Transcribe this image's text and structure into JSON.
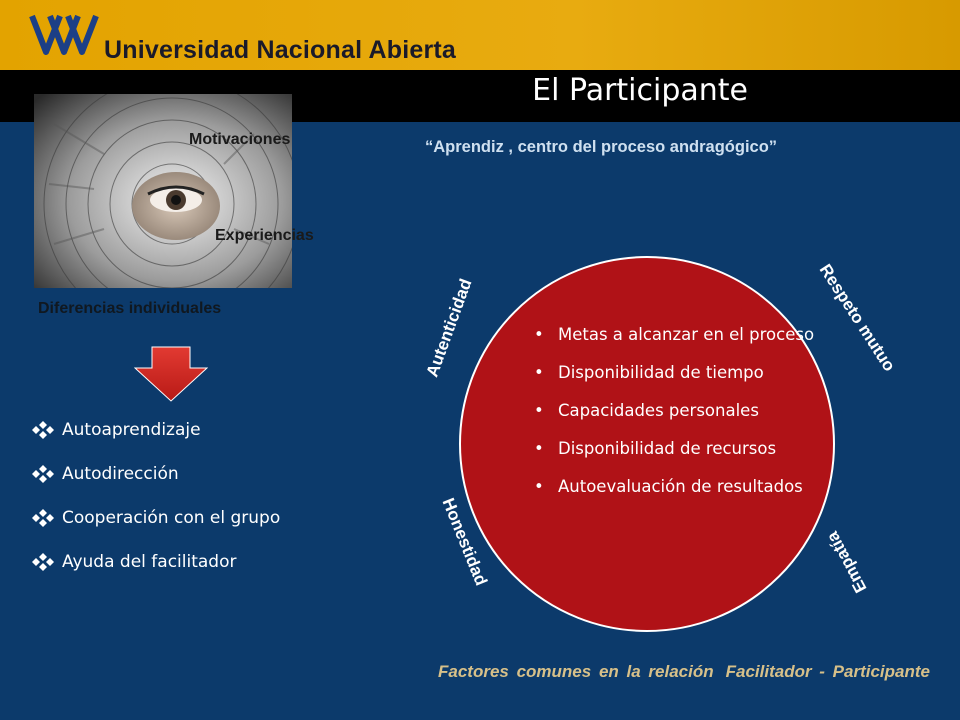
{
  "header": {
    "university_name": "Universidad Nacional Abierta",
    "page_title": "El Participante",
    "colors": {
      "band": "#e3a300",
      "logo": "#1c3f86"
    }
  },
  "left": {
    "image_labels": [
      "Motivaciones",
      "Experiencias"
    ],
    "caption": "Diferencias individuales",
    "list": [
      "Autoaprendizaje",
      "Autodirección",
      "Cooperación con el grupo",
      "Ayuda del facilitador"
    ],
    "icons": {
      "arrow": "down-arrow-icon",
      "bullet": "diamond-bullet-icon"
    }
  },
  "right": {
    "quote": "“Aprendiz , centro del proceso andragógico”",
    "circle_items": [
      "Metas a alcanzar en el proceso",
      "Disponibilidad de tiempo",
      "Capacidades personales",
      "Disponibilidad de recursos",
      "Autoevaluación de resultados"
    ],
    "ring_words": [
      "Autenticidad",
      "Respeto mutuo",
      "Honestidad",
      "Empatía"
    ],
    "circle_color": "#b01217"
  },
  "footer": {
    "part1": "Factores comunes en la relación",
    "part2": "Facilitador - Participante"
  }
}
